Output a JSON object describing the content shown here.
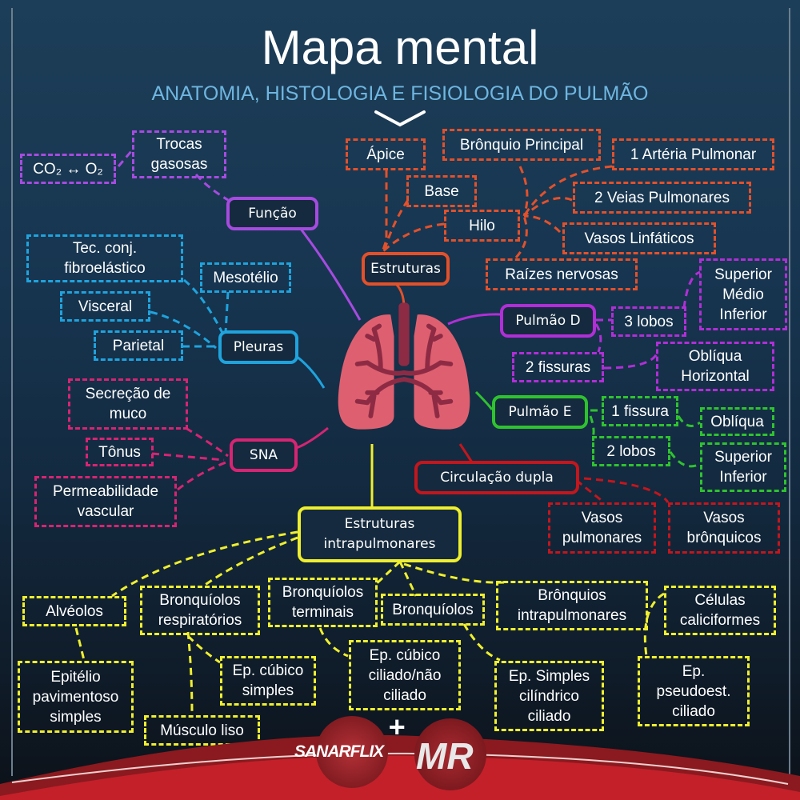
{
  "header": {
    "title": "Mapa mental",
    "subtitle": "ANATOMIA, HISTOLOGIA E FISIOLOGIA DO PULMÃO"
  },
  "colors": {
    "funcao": "#a64be0",
    "estruturas": "#e2512b",
    "pleuras": "#1fa3dd",
    "sna": "#d72473",
    "pulmao_d": "#b02fd6",
    "pulmao_e": "#2fc22f",
    "circulacao": "#c3161d",
    "intrapulmonares": "#efef2e",
    "lung": "#de6070",
    "lung_vessels": "#8e2b44"
  },
  "center": {
    "icon": "lungs-icon"
  },
  "funcao": {
    "label": "Função",
    "children": {
      "trocas": "Trocas\ngasosas",
      "gases": "CO₂ ↔ O₂"
    }
  },
  "estruturas": {
    "label": "Estruturas",
    "apice": "Ápice",
    "base": "Base",
    "hilo": "Hilo",
    "hilo_children": [
      "Brônquio Principal",
      "1 Artéria Pulmonar",
      "2 Veias Pulmonares",
      "Vasos Linfáticos",
      "Raízes nervosas"
    ]
  },
  "pleuras": {
    "label": "Pleuras",
    "children": [
      "Tec. conj.\nfibroelástico",
      "Mesotélio",
      "Visceral",
      "Parietal"
    ]
  },
  "sna": {
    "label": "SNA",
    "children": [
      "Secreção de\nmuco",
      "Tônus",
      "Permeabilidade\nvascular"
    ]
  },
  "pulmao_d": {
    "label": "Pulmão D",
    "lobos": "3 lobos",
    "lobos_detail": "Superior\nMédio\nInferior",
    "fissuras": "2 fissuras",
    "fissuras_detail": "Oblíqua\nHorizontal"
  },
  "pulmao_e": {
    "label": "Pulmão E",
    "fissura": "1 fissura",
    "fissura_detail": "Oblíqua",
    "lobos": "2 lobos",
    "lobos_detail": "Superior\nInferior"
  },
  "circulacao": {
    "label": "Circulação dupla",
    "children": [
      "Vasos\npulmonares",
      "Vasos\nbrônquicos"
    ]
  },
  "intrapulmonares": {
    "label": "Estruturas\nintrapulmonares",
    "alveolos": "Alvéolos",
    "alveolos_detail": "Epitélio\npavimentoso\nsimples",
    "bronq_resp": "Bronquíolos\nrespiratórios",
    "bronq_resp_detail1": "Ep. cúbico\nsimples",
    "bronq_resp_detail2": "Músculo liso",
    "bronq_term": "Bronquíolos\nterminais",
    "bronq_term_detail": "Ep. cúbico\nciliado/não\nciliado",
    "bronquiolos": "Bronquíolos",
    "bronquiolos_detail": "Ep. Simples\ncilíndrico\nciliado",
    "bronquios": "Brônquios\nintrapulmonares",
    "bronquios_detail1": "Células\ncaliciformes",
    "bronquios_detail2": "Ep.\npseudoest.\nciliado"
  },
  "footer": {
    "logo1": "SANARFLIX",
    "plus": "+",
    "logo2": "MR"
  }
}
